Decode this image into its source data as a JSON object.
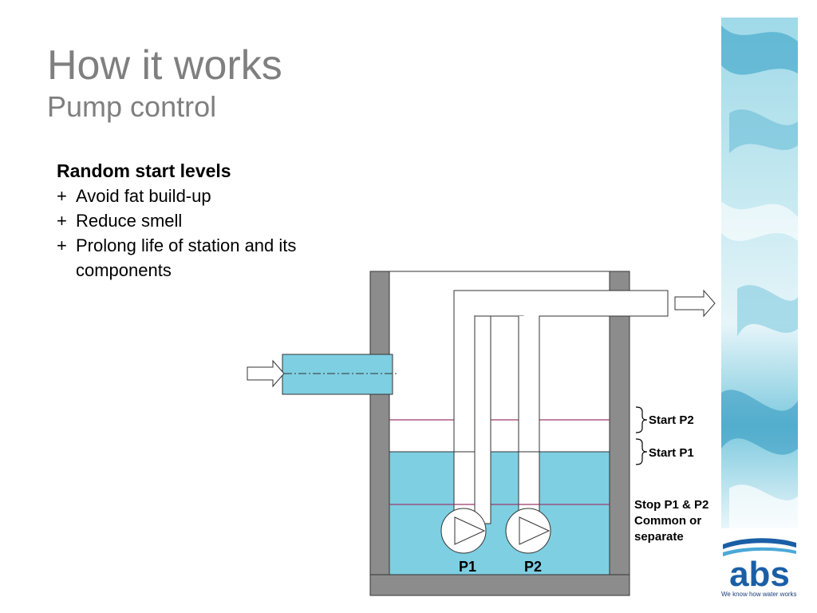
{
  "slide": {
    "title": "How it works",
    "subtitle": "Pump control"
  },
  "content": {
    "heading": "Random start levels",
    "bullet_marker": "+",
    "bullets": [
      "Avoid fat build-up",
      "Reduce smell",
      "Prolong life of station and its components"
    ]
  },
  "diagram": {
    "labels": {
      "start_p2": "Start P2",
      "start_p1": "Start P1",
      "stop_line1": "Stop P1 & P2",
      "stop_line2": "Common or",
      "stop_line3": "separate"
    },
    "pumps": [
      "P1",
      "P2"
    ],
    "colors": {
      "water": "#7ecfe2",
      "wall": "#8c8c8c",
      "level_line": "#9b3b6b"
    }
  },
  "logo": {
    "brand": "abs",
    "tagline": "We know how water works",
    "brand_color": "#1a5fa6"
  }
}
